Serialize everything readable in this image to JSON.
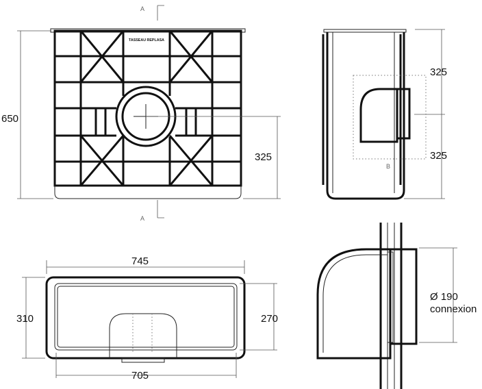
{
  "front_view": {
    "section_label_top": "A",
    "section_label_bottom": "A",
    "label_plate": "TASSEAU REPLASA",
    "height_dim": "650",
    "center_dim": "325"
  },
  "side_view": {
    "upper_dim": "325",
    "lower_dim": "325",
    "marker": "B"
  },
  "top_view": {
    "outer_width_dim": "745",
    "inner_width_dim": "705",
    "outer_depth_dim": "310",
    "inner_depth_dim": "270"
  },
  "detail_view": {
    "diameter_dim": "Ø 190",
    "connection_label": "connexion"
  }
}
